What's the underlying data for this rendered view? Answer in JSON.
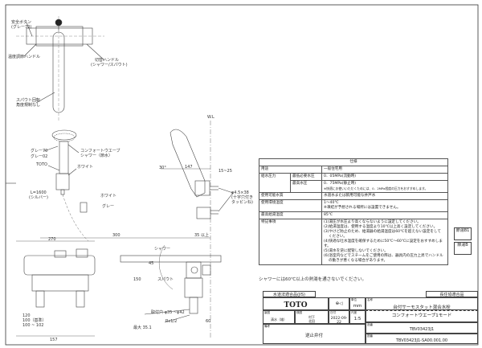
{
  "drawing": {
    "top_view": {
      "safety_button": "安全ボタン",
      "safety_button_color": "(グレー70)",
      "temp_handle": "温度調節ハンドル",
      "switch_handle": "切替ハンドル",
      "switch_handle_sub": "(シャワー/スパウト)",
      "spout_note1": "スパウト回転",
      "spout_note2": "角度規制なし"
    },
    "shower": {
      "gray70": "グレー70",
      "gray02": "グレー02",
      "head_name1": "コンフォートウエーブ",
      "head_name2": "シャワー（節水）",
      "toto": "TOTO",
      "white": "ホワイト",
      "hose": "L=1600",
      "hose_color": "(シルバー)",
      "holder_white": "ホワイト",
      "holder_gray": "グレー"
    },
    "side_view": {
      "wl": "W.L",
      "angle": "30°",
      "dim147": "147",
      "dim15_25": "15~25",
      "screw1": "φ4.5×38",
      "screw2": "(十字穴付き",
      "screw3": "タッピンね)",
      "dim300": "300",
      "dim35": "35 以上",
      "shower": "シャワー",
      "spout": "スパウト",
      "dim150": "150",
      "mount_hole": "取付穴 φ35 ~φ42",
      "rc": "Rc1/2",
      "max": "最大 35.1",
      "dim60": "60",
      "dim45": "45"
    },
    "front_view": {
      "dim270": "270",
      "dim120": "120",
      "dim100": "100（基準）",
      "dim102": "100 ~ 102",
      "dim157": "157"
    }
  },
  "spec": {
    "title": "仕様",
    "rows": [
      {
        "k": "用途",
        "v": "一般住宅用"
      },
      {
        "k": "給水圧力",
        "k2": "最低必要水圧",
        "v": "0．05MPa(流動時)"
      },
      {
        "k2": "最高水圧",
        "v": "0．75MPa(静止時)",
        "v2": "※快適にお使いいただくためには、0．2MPa程度の圧力をおすすめします。"
      },
      {
        "k": "使用可能水質",
        "v": "水道水または飲用可能な井戸水"
      },
      {
        "k": "使用環境温度",
        "v": "1～40℃",
        "v2": "※凍結が予想される場所には設置できません。"
      },
      {
        "k": "最高給湯温度",
        "v": "85℃"
      },
      {
        "k": "特記事項",
        "notes": [
          "(1)湯圧が水圧より高くならないように設定してください。",
          "(2)給湯温度は、使用する温度より10℃以上高く設定してください。",
          "(3)やけど防止のため、給湯器の給湯温度は60℃を超えない設定をして",
          "　 ください。",
          "(4)快適な吐水温度を確保するために50℃～60℃に設定をおすすめします。",
          "(5)湯水を逆に配管しないでください。",
          "(6)浴室内などでスチームをご使用の際は、器具内の圧力上昇でハンドル",
          "　 の動きが悪くなる場合があります。"
        ]
      }
    ]
  },
  "warning": "シャワーには60℃以上の熱湯を通さないでください。",
  "badges": [
    "節湯B1",
    "節湯B"
  ],
  "title_block": {
    "jis": "水道法適合品(JIS)",
    "long_life": "長住協適合品",
    "logo": "TOTO",
    "unit_label": "単位",
    "unit": "mm",
    "name_label": "名称",
    "name1": "台付サーモスタット混合水栓",
    "name2": "コンフォートウエーブ1モード",
    "line_label": "製図",
    "line_val": "清水（雄）",
    "check_label": "検図",
    "check_val1": "村下",
    "check_val2": "北田",
    "date_label": "日付",
    "date": "2022-09-22",
    "scale_label": "尺度",
    "scale": "1:5",
    "note_label": "備考",
    "note": "逆止弁付",
    "model_label": "品番",
    "model": "TBV03423J1",
    "drawing_label": "図番",
    "drawing_no": "TBV03423J1-SA00.001.00"
  }
}
